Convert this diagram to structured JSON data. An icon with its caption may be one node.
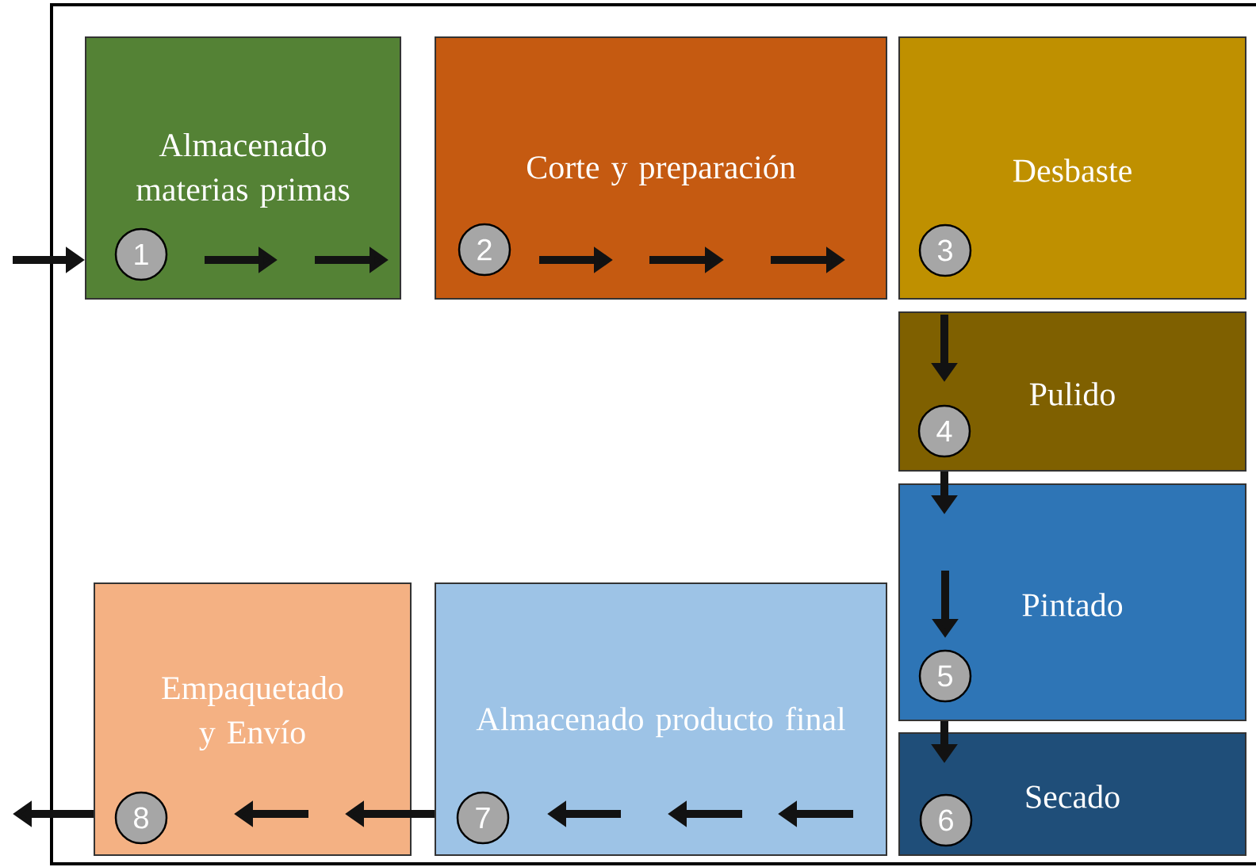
{
  "diagram": {
    "nodes": [
      {
        "text": [],
        "shape": "box"
      },
      {
        "text": [
          "Almacenado materias primas"
        ],
        "in": 0
      },
      {
        "text": [
          "1"
        ],
        "in": 1
      },
      {
        "text": [
          "Corte y preparación"
        ],
        "in": 0
      },
      {
        "text": [
          "2"
        ],
        "in": 3
      },
      {
        "text": [
          "Desbaste"
        ],
        "in": 0
      },
      {
        "text": [
          "3"
        ],
        "in": 5
      },
      {
        "text": [
          "Pulido"
        ],
        "in": 0
      },
      {
        "text": [
          "4"
        ],
        "in": 7
      },
      {
        "text": [
          "Pintado"
        ],
        "in": 0
      },
      {
        "text": [
          "5"
        ],
        "in": 9
      },
      {
        "text": [
          "Secado"
        ],
        "in": 0
      },
      {
        "text": [
          "6"
        ],
        "in": 11
      },
      {
        "text": [
          "Almacenado producto final"
        ],
        "in": 0
      },
      {
        "text": [
          "7"
        ],
        "in": 13
      },
      {
        "text": [
          "Empaquetado y Envío"
        ],
        "in": 0
      },
      {
        "text": [
          "8"
        ],
        "in": 15
      }
    ],
    "edges": [
      {
        "from": null,
        "to": 1,
        "arrow": "to"
      },
      {
        "from": 7,
        "to": 9,
        "arrow": "to"
      },
      {
        "from": 9,
        "to": 11,
        "arrow": "to"
      },
      {
        "from": 13,
        "to": 15,
        "arrow": "to"
      },
      {
        "from": 15,
        "to": null,
        "arrow": "to"
      }
    ]
  }
}
